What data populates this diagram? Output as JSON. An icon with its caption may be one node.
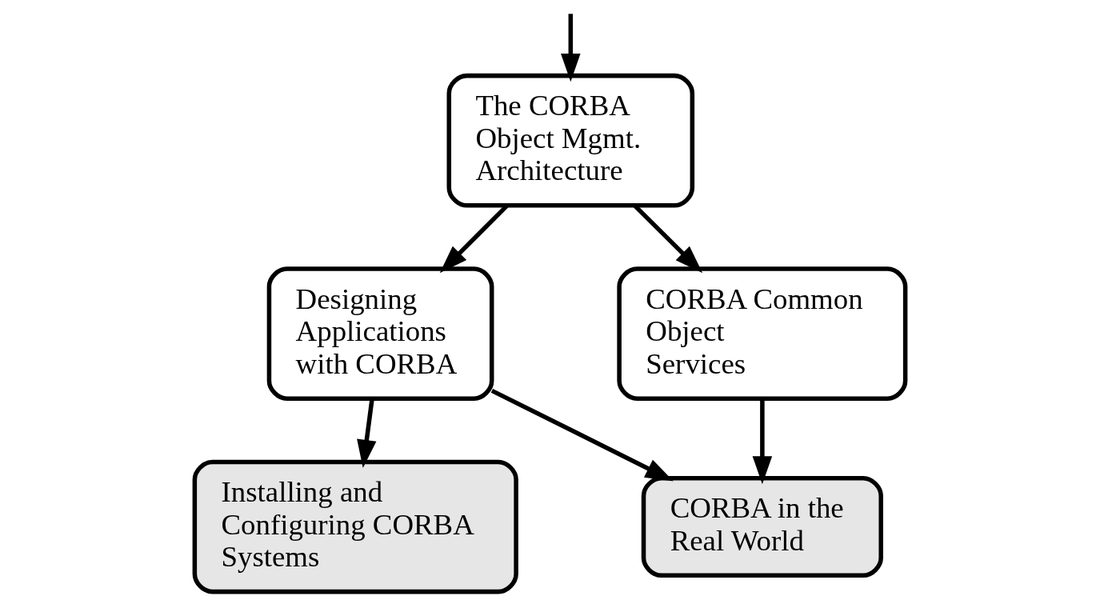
{
  "diagram": {
    "nodes": [
      {
        "text": [
          "The CORBA Object Mgmt. Architecture"
        ]
      },
      {
        "text": [
          "Designing Applications with CORBA"
        ]
      },
      {
        "text": [
          "CORBA Common Object Services"
        ]
      },
      {
        "text": [
          "Installing and Configuring CORBA Systems"
        ]
      },
      {
        "text": [
          "CORBA in the Real World"
        ]
      }
    ],
    "edges": [
      {
        "from": null,
        "to": 0,
        "arrow": "to"
      },
      {
        "from": 0,
        "to": 1,
        "arrow": "to"
      },
      {
        "from": 0,
        "to": 2,
        "arrow": "to"
      },
      {
        "from": 1,
        "to": 3,
        "arrow": "to"
      },
      {
        "from": 1,
        "to": 4,
        "arrow": "to"
      },
      {
        "from": 2,
        "to": 4,
        "arrow": "to"
      }
    ]
  }
}
